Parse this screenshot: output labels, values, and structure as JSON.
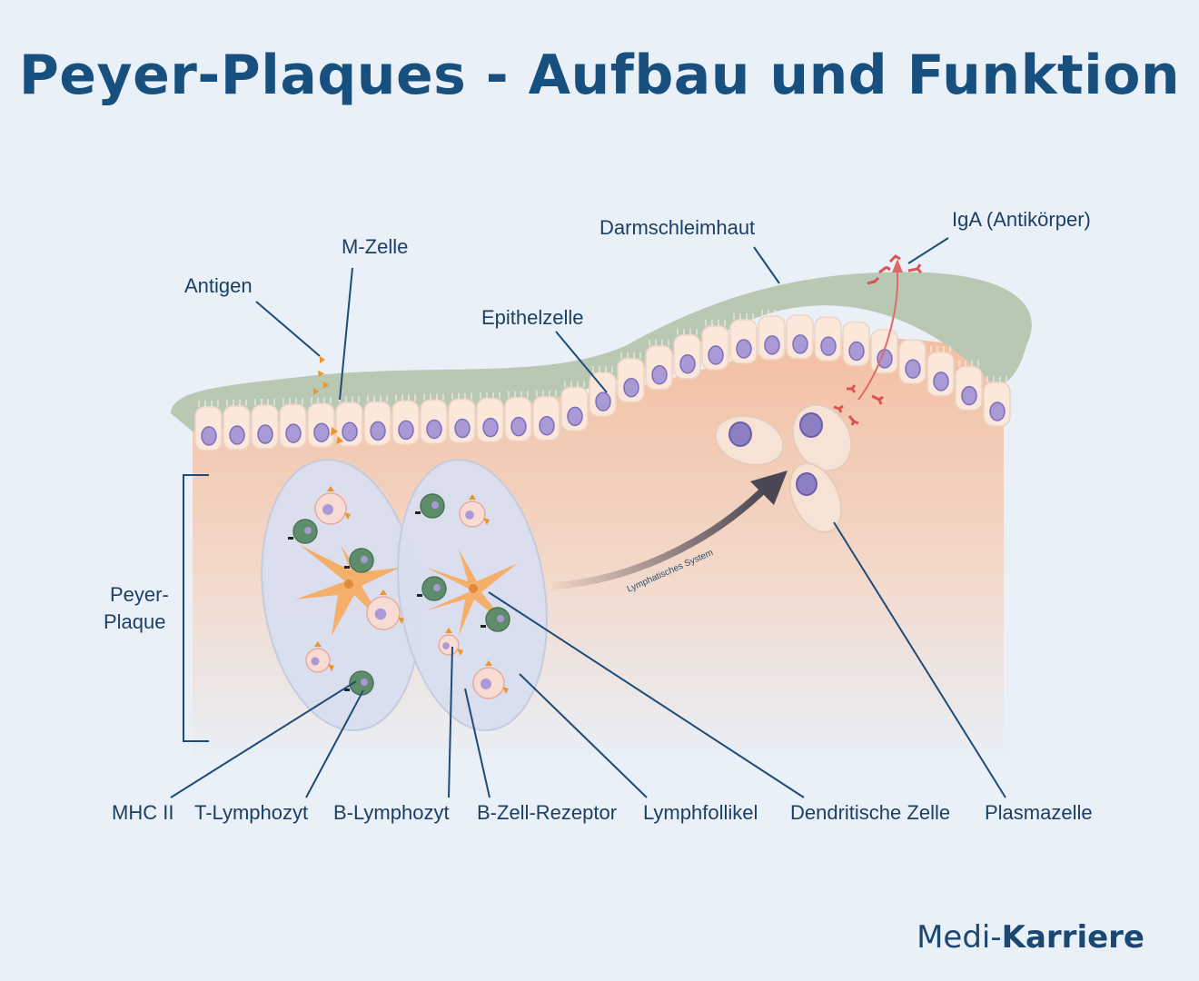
{
  "title": "Peyer-Plaques - Aufbau und Funktion",
  "labels": {
    "antigen": "Antigen",
    "m_zelle": "M-Zelle",
    "epithelzelle": "Epithelzelle",
    "darmschleimhaut": "Darmschleimhaut",
    "iga": "IgA (Antikörper)",
    "peyer_line1": "Peyer-",
    "peyer_line2": "Plaque",
    "lymphatisches_system": "Lymphatisches System",
    "mhc": "MHC II",
    "t_lymph": "T-Lymphozyt",
    "b_lymph": "B-Lymphozyt",
    "b_rezeptor": "B-Zell-Rezeptor",
    "lymphfollikel": "Lymphfollikel",
    "dendritische": "Dendritische Zelle",
    "plasmazelle": "Plasmazelle"
  },
  "brand": {
    "part1": "Medi",
    "sep": "-",
    "part2": "Karriere"
  },
  "colors": {
    "title": "#17507e",
    "mucus": "#b9c8b2",
    "epithel": "#fbe8da",
    "nucleus": "#a99ad6",
    "dendritic": "#f4b06a",
    "t_cell": "#5e8d6c",
    "follicle": "#d9dff0",
    "lines": "#1d4c78",
    "iga_arrow": "#e06a6a"
  }
}
